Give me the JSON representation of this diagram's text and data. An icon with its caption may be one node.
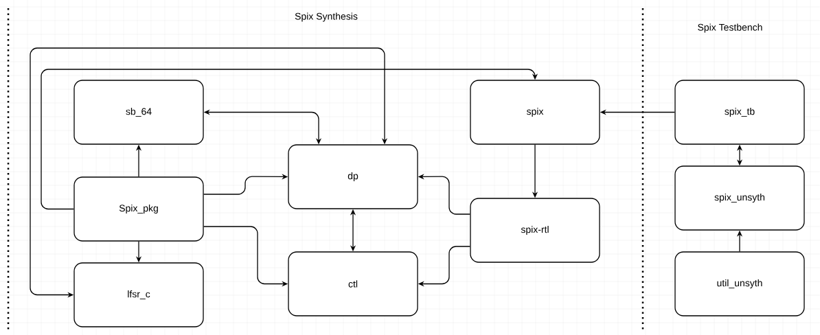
{
  "diagram": {
    "nodes": [
      {
        "text": [
          "sb_64"
        ]
      },
      {
        "text": [
          "spix"
        ]
      },
      {
        "text": [
          "spix_tb"
        ]
      },
      {
        "text": [
          "dp"
        ]
      },
      {
        "text": [
          "Spix_pkg"
        ]
      },
      {
        "text": [
          "spix_unsyth"
        ]
      },
      {
        "text": [
          "spix-rtl"
        ]
      },
      {
        "text": [
          "ctl"
        ]
      },
      {
        "text": [
          "lfsr_c"
        ]
      },
      {
        "text": [
          "util_unsyth"
        ]
      }
    ],
    "edges": [
      {
        "from": 4,
        "to": 0,
        "arrow": "to"
      },
      {
        "from": 4,
        "to": 8,
        "arrow": "to"
      },
      {
        "from": 4,
        "to": 3,
        "arrow": "to"
      },
      {
        "from": 4,
        "to": 7,
        "arrow": "to"
      },
      {
        "from": 4,
        "to": 1,
        "arrow": "to"
      },
      {
        "from": 3,
        "to": 8,
        "arrow": "both"
      },
      {
        "from": 0,
        "to": 3,
        "arrow": "both"
      },
      {
        "from": 3,
        "to": 7,
        "arrow": "both"
      },
      {
        "from": 1,
        "to": 6,
        "arrow": "to"
      },
      {
        "from": 6,
        "to": 3,
        "arrow": "to"
      },
      {
        "from": 6,
        "to": 7,
        "arrow": "to"
      },
      {
        "from": 2,
        "to": 1,
        "arrow": "to"
      },
      {
        "from": 2,
        "to": 5,
        "arrow": "both"
      },
      {
        "from": 9,
        "to": 5,
        "arrow": "to"
      }
    ],
    "labels": [
      "Spix Synthesis",
      "Spix Testbench"
    ]
  }
}
